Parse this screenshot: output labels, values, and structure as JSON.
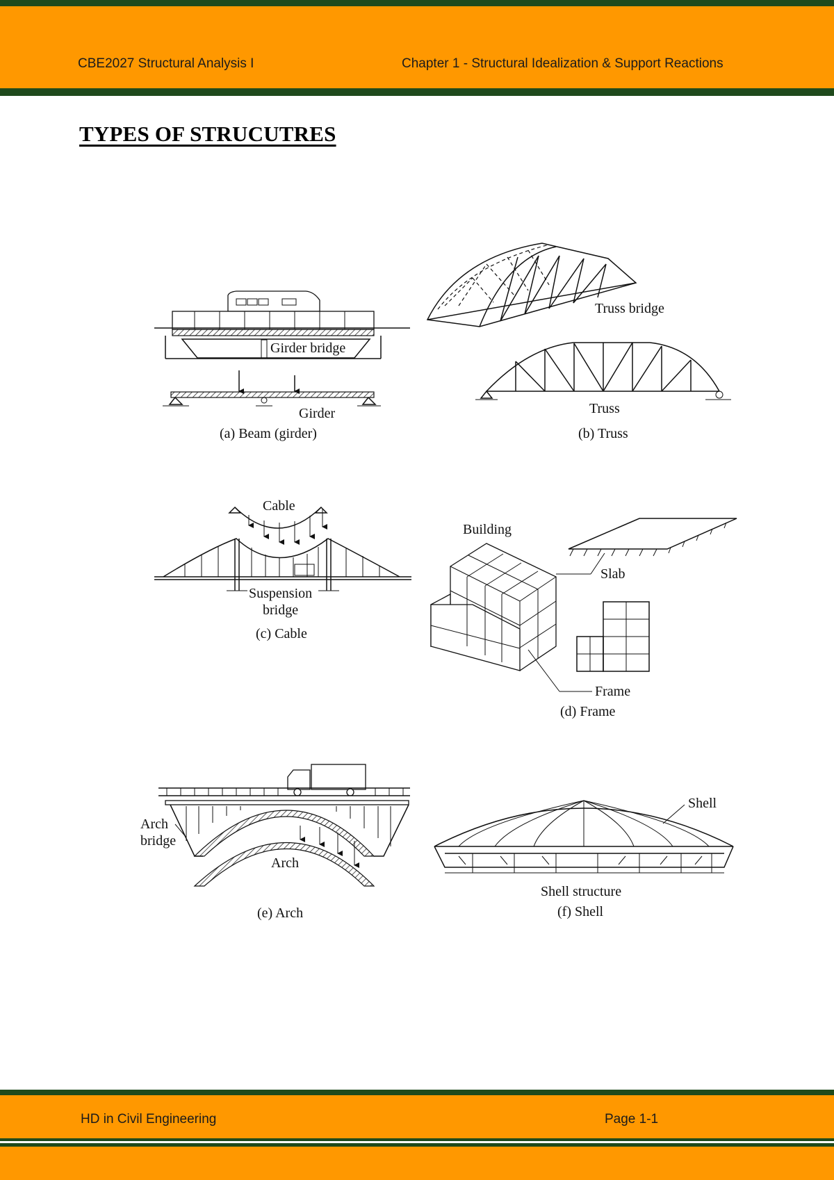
{
  "header": {
    "course": "CBE2027 Structural Analysis I",
    "chapter": "Chapter 1 - Structural Idealization & Support Reactions"
  },
  "title": "TYPES OF STRUCUTRES",
  "figures": {
    "beam": {
      "label_bridge": "Girder bridge",
      "label_member": "Girder",
      "caption": "(a) Beam (girder)"
    },
    "truss": {
      "label_bridge": "Truss bridge",
      "label_member": "Truss",
      "caption": "(b) Truss"
    },
    "cable": {
      "label_member": "Cable",
      "label_bridge_1": "Suspension",
      "label_bridge_2": "bridge",
      "caption": "(c) Cable"
    },
    "frame": {
      "label_building": "Building",
      "label_slab": "Slab",
      "label_frame": "Frame",
      "caption": "(d) Frame"
    },
    "arch": {
      "label_bridge_1": "Arch",
      "label_bridge_2": "bridge",
      "label_member": "Arch",
      "caption": "(e) Arch"
    },
    "shell": {
      "label_shell": "Shell",
      "label_structure": "Shell structure",
      "caption": "(f) Shell"
    }
  },
  "footer": {
    "program": "HD in Civil Engineering",
    "page": "Page 1-1"
  },
  "colors": {
    "band_dark": "#1f4a1c",
    "band_orange": "#ff9800"
  }
}
